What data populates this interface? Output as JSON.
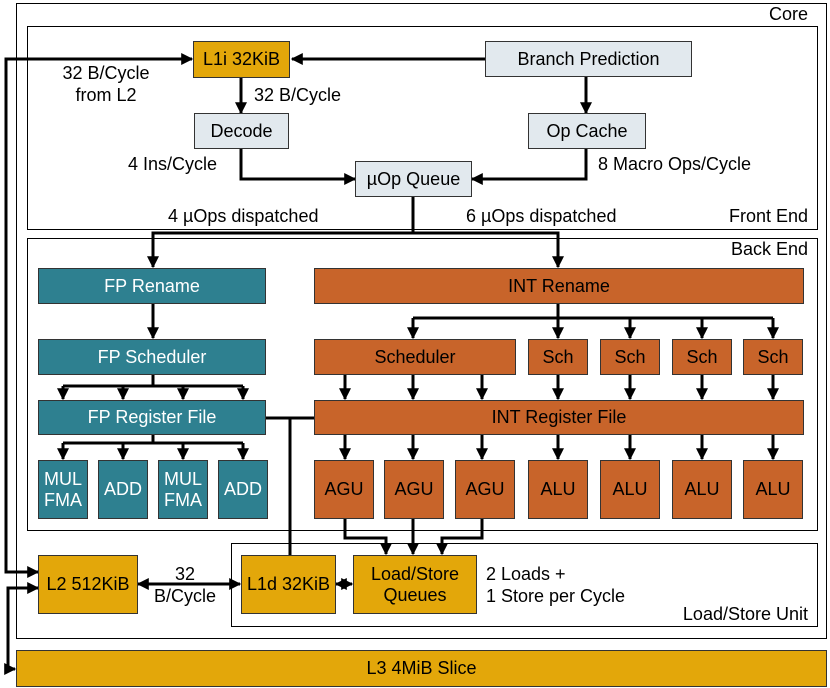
{
  "regions": {
    "core": "Core",
    "front_end": "Front End",
    "back_end": "Back End",
    "load_store_unit": "Load/Store Unit"
  },
  "front_end": {
    "l1i": "L1i 32KiB",
    "branch_prediction": "Branch Prediction",
    "decode": "Decode",
    "op_cache": "Op Cache",
    "uop_queue": "µOp Queue"
  },
  "back_end": {
    "fp_rename": "FP Rename",
    "fp_scheduler": "FP Scheduler",
    "fp_register_file": "FP Register File",
    "fp_units": [
      "MUL\nFMA",
      "ADD",
      "MUL\nFMA",
      "ADD"
    ],
    "int_rename": "INT Rename",
    "int_scheduler": "Scheduler",
    "int_schedulers_small": [
      "Sch",
      "Sch",
      "Sch",
      "Sch"
    ],
    "int_register_file": "INT Register File",
    "int_units": [
      "AGU",
      "AGU",
      "AGU",
      "ALU",
      "ALU",
      "ALU",
      "ALU"
    ]
  },
  "memory": {
    "l2": "L2 512KiB",
    "l1d": "L1d 32KiB",
    "ls_queues": "Load/Store\nQueues",
    "l3": "L3 4MiB Slice"
  },
  "labels": {
    "l2_to_l1i": "32 B/Cycle\nfrom L2",
    "l1i_to_decode": "32 B/Cycle",
    "decode_rate": "4 Ins/Cycle",
    "op_cache_rate": "8 Macro Ops/Cycle",
    "fp_dispatch": "4 µOps dispatched",
    "int_dispatch": "6 µOps dispatched",
    "l2_l1d_bw": "32\nB/Cycle",
    "ls_rate": "2 Loads +\n1 Store per Cycle"
  },
  "colors": {
    "front_end_fill": "#e2e9ee",
    "cache_fill": "#e3a70a",
    "fp_fill": "#2e8090",
    "int_fill": "#c8642a"
  }
}
